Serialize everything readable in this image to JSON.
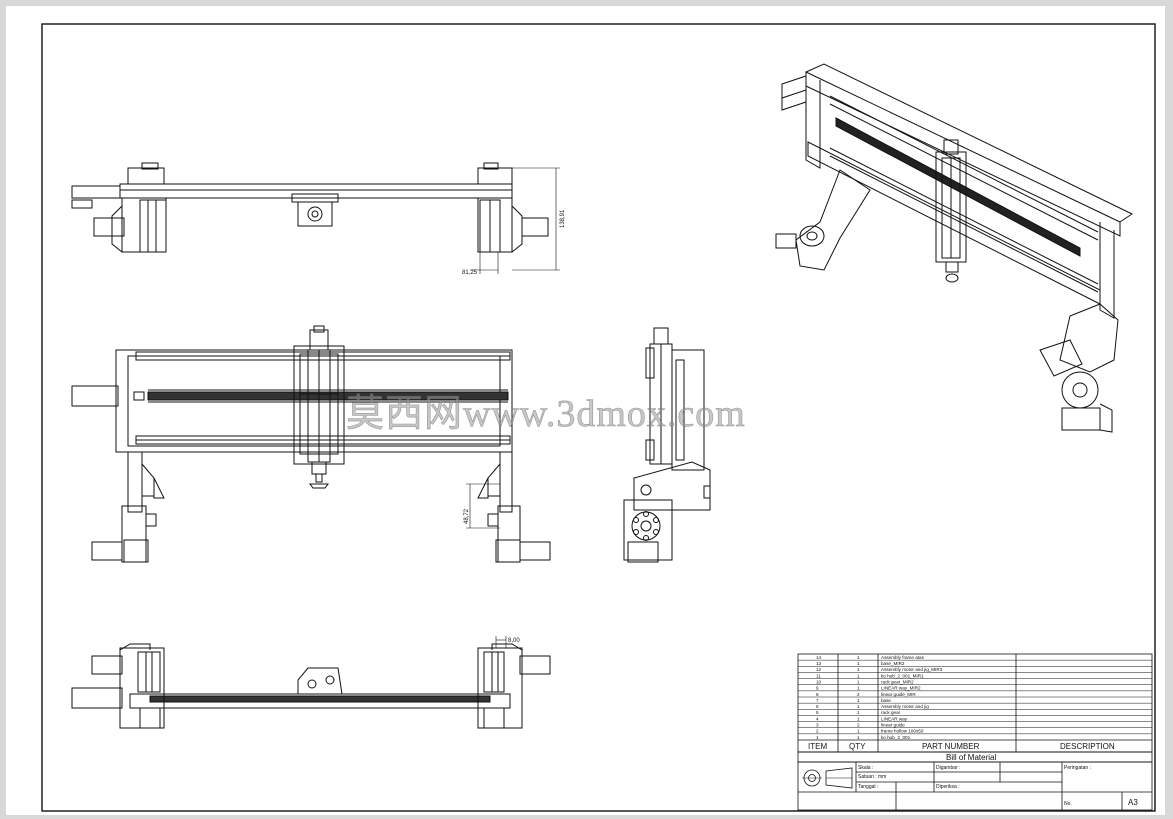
{
  "dimensions": {
    "top_height": "138,91",
    "top_offset": "81,25",
    "front_height": "48,72",
    "bottom_offset": "8,00"
  },
  "watermark": "莫西网www.3dmox.com",
  "bom": {
    "rows": [
      {
        "item": "14",
        "qty": "1",
        "part": "Assembly frame atas"
      },
      {
        "item": "13",
        "qty": "1",
        "part": "base_MIR2"
      },
      {
        "item": "12",
        "qty": "1",
        "part": "Assembly motor and jig_MIR3"
      },
      {
        "item": "11",
        "qty": "1",
        "part": "ko hub_2_001_MIR1"
      },
      {
        "item": "10",
        "qty": "1",
        "part": "rack gear_MIR2"
      },
      {
        "item": "9",
        "qty": "1",
        "part": "LINEAR way_MIR2"
      },
      {
        "item": "8",
        "qty": "2",
        "part": "linear guide_MIR"
      },
      {
        "item": "7",
        "qty": "1",
        "part": "base"
      },
      {
        "item": "6",
        "qty": "1",
        "part": "Assembly motor and jig"
      },
      {
        "item": "5",
        "qty": "1",
        "part": "rack gear"
      },
      {
        "item": "4",
        "qty": "1",
        "part": "LINEAR way"
      },
      {
        "item": "3",
        "qty": "2",
        "part": "linear guide"
      },
      {
        "item": "2",
        "qty": "1",
        "part": "frame hollow 100x50"
      },
      {
        "item": "1",
        "qty": "1",
        "part": "ko hub_2_001"
      }
    ],
    "headers": {
      "item": "ITEM",
      "qty": "QTY",
      "part": "PART NUMBER",
      "description": "DESCRIPTION"
    },
    "title": "Bill of Material"
  },
  "title_block": {
    "skala": "Skala :",
    "satuan": "Satuan : mm",
    "tanggal": "Tanggal :",
    "digambar": "Digambar :",
    "diperiksa": "Diperiksa :",
    "peringatan": "Peringatan :",
    "no": "No.",
    "size": "A3"
  }
}
